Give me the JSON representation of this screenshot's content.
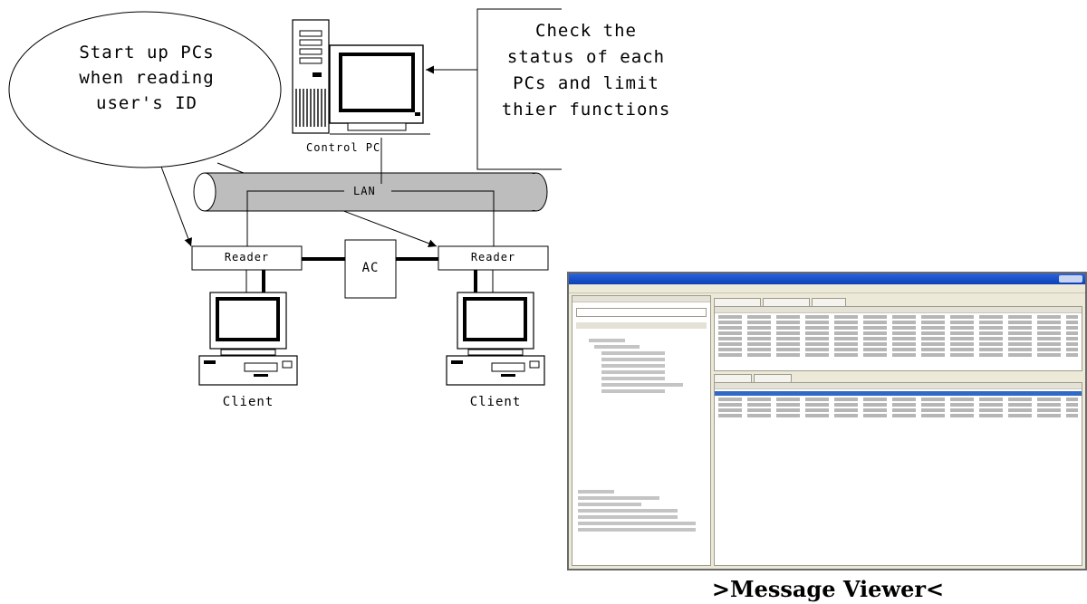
{
  "diagram": {
    "bubble_lines": [
      "Start up PCs",
      "when reading",
      "user's ID"
    ],
    "callout_lines": [
      "Check the",
      "status of each",
      "PCs and limit",
      "thier functions"
    ],
    "control_pc_label": "Control PC",
    "lan_label": "LAN",
    "reader_left_label": "Reader",
    "reader_right_label": "Reader",
    "ac_label": "AC",
    "client_left_label": "Client",
    "client_right_label": "Client"
  },
  "viewer": {
    "caption": ">Message Viewer<"
  }
}
